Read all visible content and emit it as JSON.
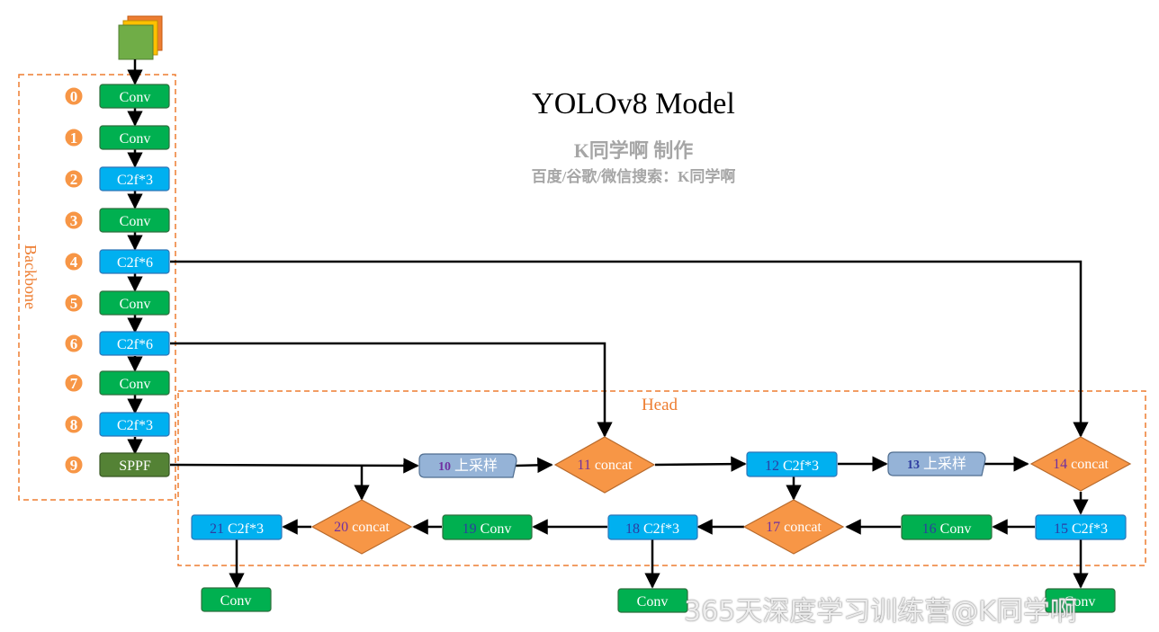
{
  "title": "YOLOv8 Model",
  "subtitle": "K同学啊 制作",
  "subtitle2": "百度/谷歌/微信搜索：K同学啊",
  "backbone_label": "Backbone",
  "head_label": "Head",
  "watermark": "365天深度学习训练营@K同学啊",
  "colors": {
    "green": "#00b050",
    "blue": "#00b0f0",
    "sppf": "#548235",
    "orange": "#f79646",
    "upsample": "#95b3d7",
    "region": "#ed7d31",
    "number": "#7030a0"
  },
  "backbone": [
    {
      "idx": "0",
      "label": "Conv",
      "kind": "conv"
    },
    {
      "idx": "1",
      "label": "Conv",
      "kind": "conv"
    },
    {
      "idx": "2",
      "label": "C2f*3",
      "kind": "c2f"
    },
    {
      "idx": "3",
      "label": "Conv",
      "kind": "conv"
    },
    {
      "idx": "4",
      "label": "C2f*6",
      "kind": "c2f"
    },
    {
      "idx": "5",
      "label": "Conv",
      "kind": "conv"
    },
    {
      "idx": "6",
      "label": "C2f*6",
      "kind": "c2f"
    },
    {
      "idx": "7",
      "label": "Conv",
      "kind": "conv"
    },
    {
      "idx": "8",
      "label": "C2f*3",
      "kind": "c2f"
    },
    {
      "idx": "9",
      "label": "SPPF",
      "kind": "sppf"
    }
  ],
  "head": {
    "n10": {
      "num": "10",
      "label": "上采样"
    },
    "n11": {
      "num": "11",
      "label": "concat"
    },
    "n12": {
      "num": "12",
      "label": "C2f*3"
    },
    "n13": {
      "num": "13",
      "label": "上采样"
    },
    "n14": {
      "num": "14",
      "label": "concat"
    },
    "n15": {
      "num": "15",
      "label": "C2f*3"
    },
    "n16": {
      "num": "16",
      "label": "Conv"
    },
    "n17": {
      "num": "17",
      "label": "concat"
    },
    "n18": {
      "num": "18",
      "label": "C2f*3"
    },
    "n19": {
      "num": "19",
      "label": "Conv"
    },
    "n20": {
      "num": "20",
      "label": "concat"
    },
    "n21": {
      "num": "21",
      "label": "C2f*3"
    }
  },
  "outputs": [
    {
      "label": "Conv"
    },
    {
      "label": "Conv"
    },
    {
      "label": "Conv"
    }
  ]
}
